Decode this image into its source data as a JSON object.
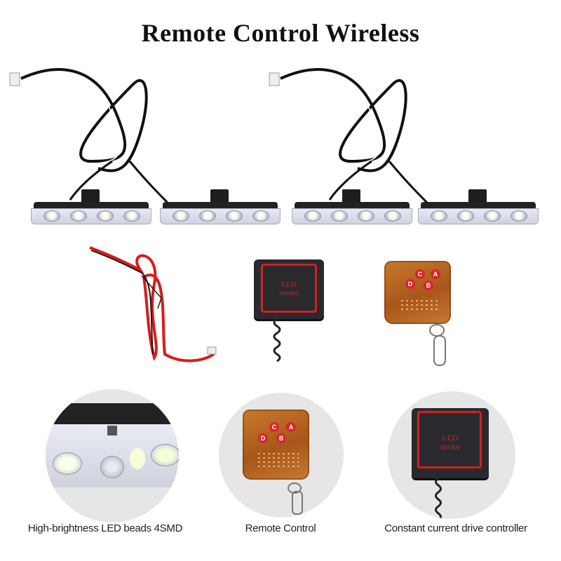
{
  "title": "Remote Control Wireless",
  "products": {
    "led_bars": {
      "count": 4,
      "leds_per_bar": 4
    },
    "controller": {
      "label_line1": "LED",
      "label_line2": "strobe",
      "frame_color": "#d41f1f",
      "body_color": "#2a2a2e"
    },
    "remote": {
      "buttons": [
        "C",
        "A",
        "D",
        "B"
      ],
      "body_color": "#b8652a",
      "button_color": "#d8262f"
    },
    "power_cable": {
      "colors": [
        "#d91c1c",
        "#1a1a1a"
      ]
    }
  },
  "features": [
    {
      "caption": "High-brightness LED beads 4SMD"
    },
    {
      "caption": "Remote Control"
    },
    {
      "caption": "Constant current drive controller"
    }
  ],
  "detail_controller": {
    "label_line1": "LED",
    "label_line2": "strobe"
  },
  "detail_remote": {
    "buttons": [
      "C",
      "A",
      "D",
      "B"
    ]
  }
}
